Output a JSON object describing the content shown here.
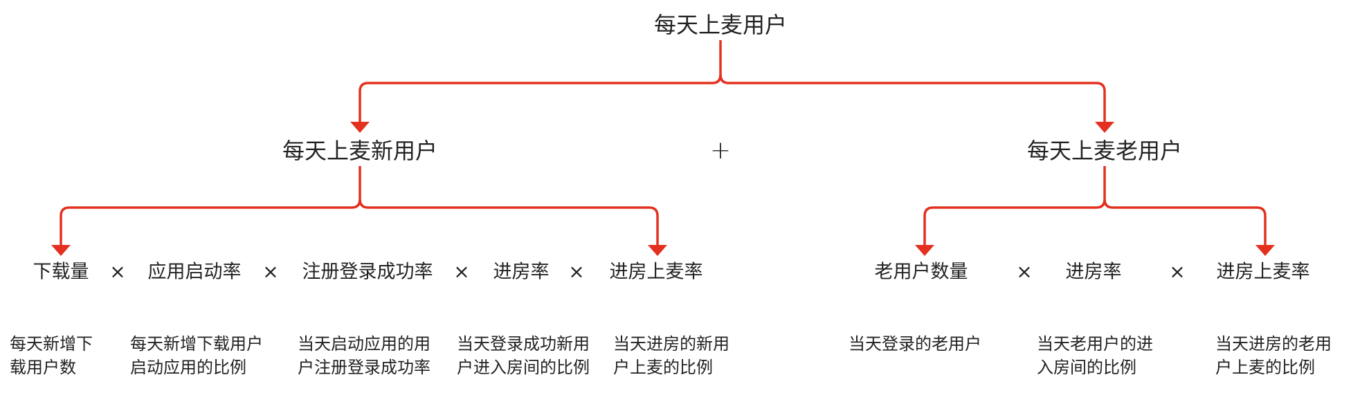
{
  "colors": {
    "connector": "#e3301f",
    "text": "#222222"
  },
  "root": {
    "label": "每天上麦用户"
  },
  "operator_plus": "+",
  "operator_times": "×",
  "branches": {
    "new_users": {
      "label": "每天上麦新用户",
      "factors": [
        {
          "label": "下载量",
          "desc": [
            "每天新增下",
            "载用户数"
          ]
        },
        {
          "label": "应用启动率",
          "desc": [
            "每天新增下载用户",
            "启动应用的比例"
          ]
        },
        {
          "label": "注册登录成功率",
          "desc": [
            "当天启动应用的用",
            "户注册登录成功率"
          ]
        },
        {
          "label": "进房率",
          "desc": [
            "当天登录成功新用",
            "户进入房间的比例"
          ]
        },
        {
          "label": "进房上麦率",
          "desc": [
            "当天进房的新用",
            "户上麦的比例"
          ]
        }
      ]
    },
    "old_users": {
      "label": "每天上麦老用户",
      "factors": [
        {
          "label": "老用户数量",
          "desc": [
            "当天登录的老用户"
          ]
        },
        {
          "label": "进房率",
          "desc": [
            "当天老用户的进",
            "入房间的比例"
          ]
        },
        {
          "label": "进房上麦率",
          "desc": [
            "当天进房的老用",
            "户上麦的比例"
          ]
        }
      ]
    }
  }
}
